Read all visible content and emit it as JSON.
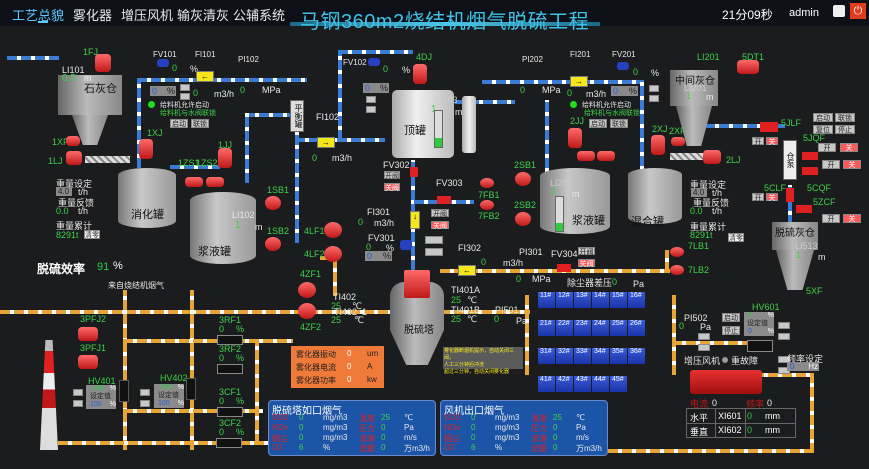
{
  "header": {
    "nav": [
      "工艺总貌",
      "雾化器",
      "增压风机",
      "输灰清灰",
      "公辅系统"
    ],
    "active_nav": 0,
    "title": "马钢360m2烧结机烟气脱硫工程",
    "timer": "21分09秒",
    "user": "admin",
    "icons": [
      "cube-icon",
      "power-icon"
    ],
    "colors": {
      "title": "#3ec3e8",
      "active_nav": "#5cc8ff",
      "power_btn": "#e03c1c"
    }
  },
  "lime_silo": {
    "name": "石灰仓",
    "fan": "1FJ",
    "level_tag": "LI101",
    "level": "0.5",
    "level_unit": "m",
    "feeder1": "1XF",
    "feeder2": "1LJ"
  },
  "line1": {
    "valve": "FV101",
    "valve_value": "0",
    "valve_unit": "%",
    "valve_setpoint": "0",
    "valve_setpoint_unit": "%",
    "flow": "FI101",
    "flow_value": "0",
    "flow_unit": "m3/h",
    "pressure": "PI102",
    "pressure_value": "0",
    "pressure_unit": "MPa",
    "status1": "给料机允许启动",
    "status2": "给料机与水阀联锁",
    "btn1": "启动",
    "btn2": "联锁"
  },
  "digester": {
    "name": "消化罐",
    "agitator": "1XJ"
  },
  "slurry1": {
    "name": "浆液罐",
    "agitator": "1JJ",
    "level_tag": "LI102",
    "level": "1",
    "level_unit": "m",
    "pumps": [
      "1ZS1",
      "1ZS2"
    ],
    "feed_pumps": [
      "1SB1",
      "1SB2"
    ]
  },
  "weigh1": {
    "set_label": "重量设定",
    "set": "4.0",
    "unit": "t/h",
    "fb_label": "重量反馈",
    "fb": "0.0",
    "total_label": "重量累计",
    "total": "8291t",
    "clear": "清零"
  },
  "balance_tank": "平衡罐",
  "fi102": {
    "tag": "FI102",
    "value": "0",
    "unit": "m3/h"
  },
  "fv102": {
    "tag": "FV102",
    "value": "0",
    "unit": "%",
    "setpoint": "0"
  },
  "top_tank": {
    "name": "顶罐",
    "motor": "4DJ",
    "level_tag": "LI103",
    "level": "1",
    "unit": "m"
  },
  "fv302": {
    "tag": "FV302",
    "open": "开阀",
    "close": "关阀"
  },
  "fv303": {
    "tag": "FV303",
    "open": "开阀",
    "close": "关阀",
    "fans": [
      "7FB1",
      "7FB2"
    ]
  },
  "fi301": {
    "tag": "FI301",
    "value": "0",
    "unit": "m3/h"
  },
  "fv301": {
    "tag": "FV301",
    "value": "0",
    "unit": "%",
    "setpoint": "0"
  },
  "line2": {
    "pressure": "PI202",
    "pressure_value": "0",
    "pressure_unit": "MPa",
    "flow": "FI201",
    "flow_value": "0",
    "flow_unit": "m3/h",
    "valve": "FV201",
    "valve_value": "0",
    "valve_unit": "%",
    "valve_setpoint": "0",
    "status1": "给料机允许启动",
    "status2": "给料机与水阀联锁",
    "btn1": "启动",
    "btn2": "联锁"
  },
  "slurry2": {
    "name": "浆液罐",
    "agitator": "2JJ",
    "level_tag": "LI202",
    "level": "1",
    "unit": "m",
    "pumps": [
      "2SB1",
      "2SB2"
    ]
  },
  "mix_tank": {
    "name": "混合罐",
    "agitator": "2XJ"
  },
  "mid_silo": {
    "name": "中间灰仓",
    "tag": "LI201",
    "level": "1",
    "unit": "m",
    "fan": "5DT1",
    "feeder": "2XF",
    "screw": "2LJ"
  },
  "weigh2": {
    "set_label": "重量设定",
    "set": "4.0",
    "unit": "t/h",
    "fb_label": "重量反馈",
    "fb": "0.0",
    "total_label": "重量累计",
    "total": "8291t",
    "clear": "清零"
  },
  "pump_bin": {
    "name": "仓泵",
    "btns": [
      "启动",
      "联锁",
      "复位",
      "停止"
    ],
    "valves": [
      {
        "tag": "5JLF",
        "open": "开",
        "close": "关"
      },
      {
        "tag": "5JQF",
        "open": "开",
        "close": "关"
      },
      {
        "tag": "5CQF",
        "open": "开",
        "close": "关"
      },
      {
        "tag": "5CLF",
        "open": "开",
        "close": "关"
      },
      {
        "tag": "5ZCF",
        "open": "开",
        "close": "关"
      }
    ]
  },
  "desulf_silo": {
    "name": "脱硫灰仓",
    "tag": "LI513",
    "level": "1",
    "unit": "m",
    "feeder": "5XF"
  },
  "lb_fans": [
    "7LB1",
    "7LB2"
  ],
  "efficiency": {
    "label": "脱硫效率",
    "value": "91",
    "unit": "%"
  },
  "fi302": {
    "tag": "FI302",
    "value": "0",
    "unit": "m3/h"
  },
  "pi301": {
    "tag": "PI301",
    "value": "0",
    "unit": "MPa"
  },
  "fv304": {
    "tag": "FV304",
    "open": "开阀",
    "close": "关阀"
  },
  "dust_dp": {
    "label": "除尘器差压",
    "value": "0",
    "unit": "Pa"
  },
  "from_sinter": "来自烧结机烟气",
  "fans_left": [
    "3PFJ2",
    "3PFJ1"
  ],
  "hv401": {
    "tag": "HV401",
    "value": "100",
    "set_label": "设定值",
    "set": "100",
    "unit": "%"
  },
  "hv402": {
    "tag": "HV402",
    "value": "100",
    "set_label": "设定值",
    "set": "100",
    "unit": "%"
  },
  "dampers": [
    {
      "tag": "3RF1",
      "value": "0",
      "unit": "%"
    },
    {
      "tag": "3RF2",
      "value": "0",
      "unit": "%"
    },
    {
      "tag": "3CF1",
      "value": "0",
      "unit": "%"
    },
    {
      "tag": "3CF2",
      "value": "0",
      "unit": "%"
    }
  ],
  "lf_fans": [
    "4LF1",
    "4LF2"
  ],
  "zf_fans": [
    "4ZF1",
    "4ZF2"
  ],
  "tower": {
    "name": "脱硫塔"
  },
  "temps": [
    {
      "tag": "TI402",
      "value": "25",
      "unit": "℃"
    },
    {
      "tag": "TI402_1",
      "value": "25",
      "unit": "℃"
    },
    {
      "tag": "TI401A",
      "value": "25",
      "unit": "℃"
    },
    {
      "tag": "TI401B",
      "value": "25",
      "unit": "℃"
    }
  ],
  "pi501": {
    "tag": "PI501",
    "value": "0",
    "unit": "Pa"
  },
  "atomizer": [
    {
      "label": "雾化器振动",
      "value": "0",
      "unit": "um"
    },
    {
      "label": "雾化器电流",
      "value": "0",
      "unit": "A"
    },
    {
      "label": "雾化器功率",
      "value": "0",
      "unit": "kw"
    }
  ],
  "atomizer_note": [
    "雾化器断烟机提示，自动关闭三阀，",
    "人工三分钟后冲洗",
    "超过三分钟，自动关闭雾化器"
  ],
  "dust_collectors": [
    [
      "11#",
      "12#",
      "13#",
      "14#",
      "15#",
      "16#"
    ],
    [
      "21#",
      "22#",
      "23#",
      "24#",
      "25#",
      "26#"
    ],
    [
      "31#",
      "32#",
      "33#",
      "34#",
      "35#",
      "36#"
    ],
    [
      "41#",
      "42#",
      "43#",
      "44#",
      "45#"
    ]
  ],
  "inlet_panel": {
    "title": "脱硫塔如口烟气",
    "rows": [
      {
        "k": "SO2",
        "v": "0",
        "u": "mg/m3",
        "k2": "温度",
        "v2": "25",
        "u2": "℃"
      },
      {
        "k": "NOx",
        "v": "0",
        "u": "mg/m3",
        "k2": "压力",
        "v2": "0",
        "u2": "Pa"
      },
      {
        "k": "烟尘",
        "v": "0",
        "u": "mg/m3",
        "k2": "流速",
        "v2": "0",
        "u2": "m/s"
      },
      {
        "k": "O2",
        "v": "6",
        "u": "%",
        "k2": "流量",
        "v2": "0",
        "u2": "万m3/h"
      }
    ]
  },
  "outlet_panel": {
    "title": "风机出口烟气",
    "rows": [
      {
        "k": "SO2",
        "v": "0",
        "u": "mg/m3",
        "k2": "温度",
        "v2": "25",
        "u2": "℃"
      },
      {
        "k": "NOx",
        "v": "0",
        "u": "mg/m3",
        "k2": "压力",
        "v2": "0",
        "u2": "Pa"
      },
      {
        "k": "烟尘",
        "v": "0",
        "u": "mg/m3",
        "k2": "流速",
        "v2": "0",
        "u2": "m/s"
      },
      {
        "k": "O2",
        "v": "6",
        "u": "%",
        "k2": "流量",
        "v2": "0",
        "u2": "万m3/h"
      }
    ]
  },
  "booster": {
    "pi502": "PI502",
    "pi502_value": "0",
    "pi502_unit": "Pa",
    "hv601": "HV601",
    "hv601_value": "0",
    "hv601_set_label": "设定值",
    "hv601_set": "0",
    "unit": "%",
    "btn1": "启动",
    "btn2": "停止",
    "fan_label": "增压风机",
    "fault_label": "重故障",
    "freq_label": "频率设定",
    "freq_value": "0",
    "freq_unit": "Hz",
    "current_label": "电流",
    "current": "0",
    "freq2_label": "频率",
    "freq2": "0",
    "vib": [
      {
        "dir": "水平",
        "tag": "XI601",
        "value": "0",
        "unit": "mm"
      },
      {
        "dir": "垂直",
        "tag": "XI602",
        "value": "0",
        "unit": "mm"
      }
    ]
  }
}
